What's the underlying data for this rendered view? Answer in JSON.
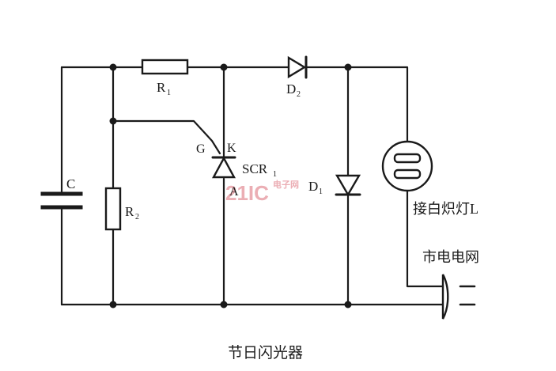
{
  "labels": {
    "c": "C",
    "r1": "R",
    "r1_sub": "1",
    "r2": "R",
    "r2_sub": "2",
    "d2": "D",
    "d2_sub": "2",
    "d1": "D",
    "d1_sub": "1",
    "g": "G",
    "k": "K",
    "a": "A",
    "scr": "SCR",
    "scr_sub": "1",
    "lamp": "接白炽灯L",
    "mains": "市电电网",
    "caption": "节日闪光器"
  },
  "watermark": {
    "text": "21IC",
    "sub": "电子网",
    "color": "#e8a0a8"
  }
}
